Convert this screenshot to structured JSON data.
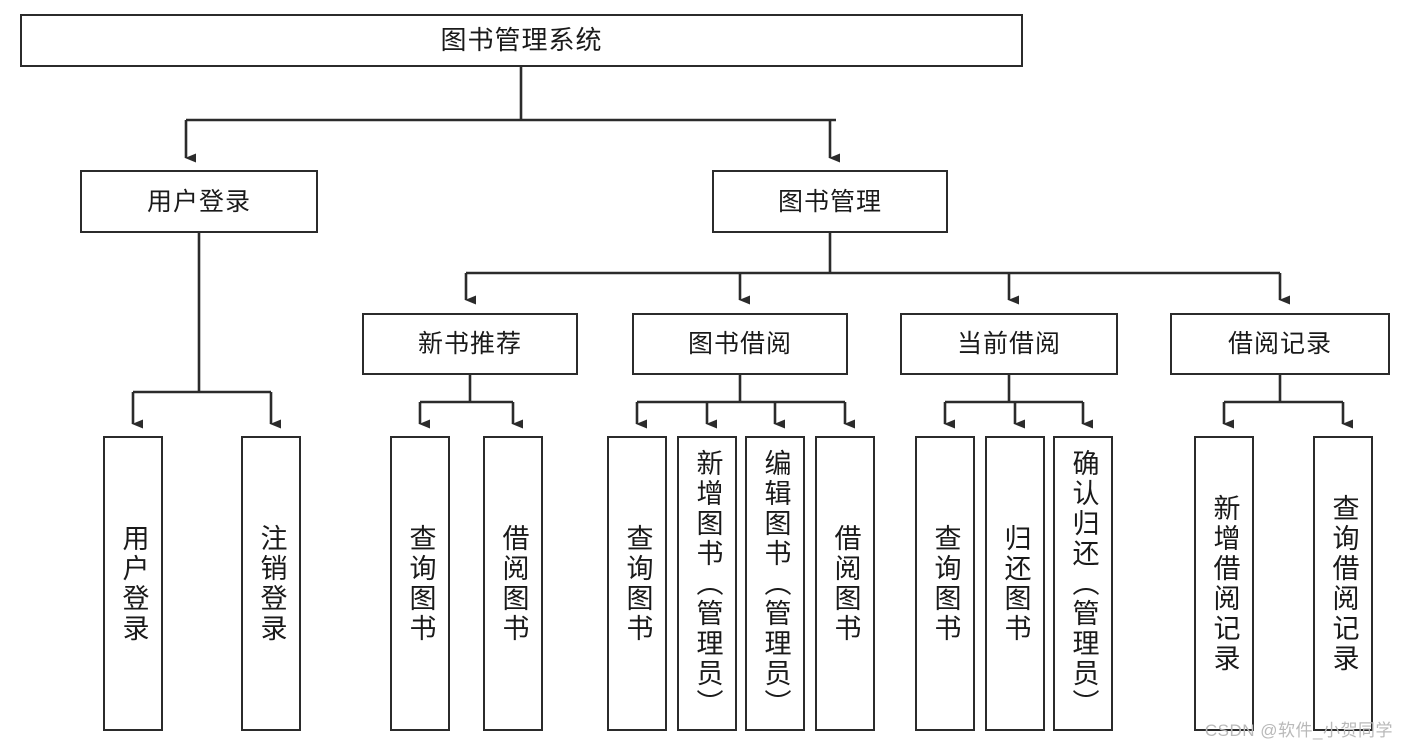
{
  "diagram": {
    "title": "图书管理系统",
    "watermark": "CSDN @软件_小贺同学",
    "colors": {
      "box_border": "#2b2b2b",
      "box_fill": "#ffffff",
      "connector": "#2b2b2b",
      "text": "#1a1a1a",
      "watermark": "#b9b9b9"
    },
    "levels": {
      "root": {
        "label": "图书管理系统"
      },
      "level2": [
        {
          "label": "用户登录"
        },
        {
          "label": "图书管理"
        }
      ],
      "level3": [
        {
          "label": "新书推荐"
        },
        {
          "label": "图书借阅"
        },
        {
          "label": "当前借阅"
        },
        {
          "label": "借阅记录"
        }
      ],
      "leaves": [
        {
          "label": "用户登录",
          "parent": "用户登录"
        },
        {
          "label": "注销登录",
          "parent": "用户登录"
        },
        {
          "label": "查询图书",
          "parent": "新书推荐"
        },
        {
          "label": "借阅图书",
          "parent": "新书推荐"
        },
        {
          "label": "查询图书",
          "parent": "图书借阅"
        },
        {
          "label": "新增图书（管理员）",
          "parent": "图书借阅"
        },
        {
          "label": "编辑图书（管理员）",
          "parent": "图书借阅"
        },
        {
          "label": "借阅图书",
          "parent": "图书借阅"
        },
        {
          "label": "查询图书",
          "parent": "当前借阅"
        },
        {
          "label": "归还图书",
          "parent": "当前借阅"
        },
        {
          "label": "确认归还（管理员）",
          "parent": "当前借阅"
        },
        {
          "label": "新增借阅记录",
          "parent": "借阅记录"
        },
        {
          "label": "查询借阅记录",
          "parent": "借阅记录"
        }
      ]
    }
  }
}
